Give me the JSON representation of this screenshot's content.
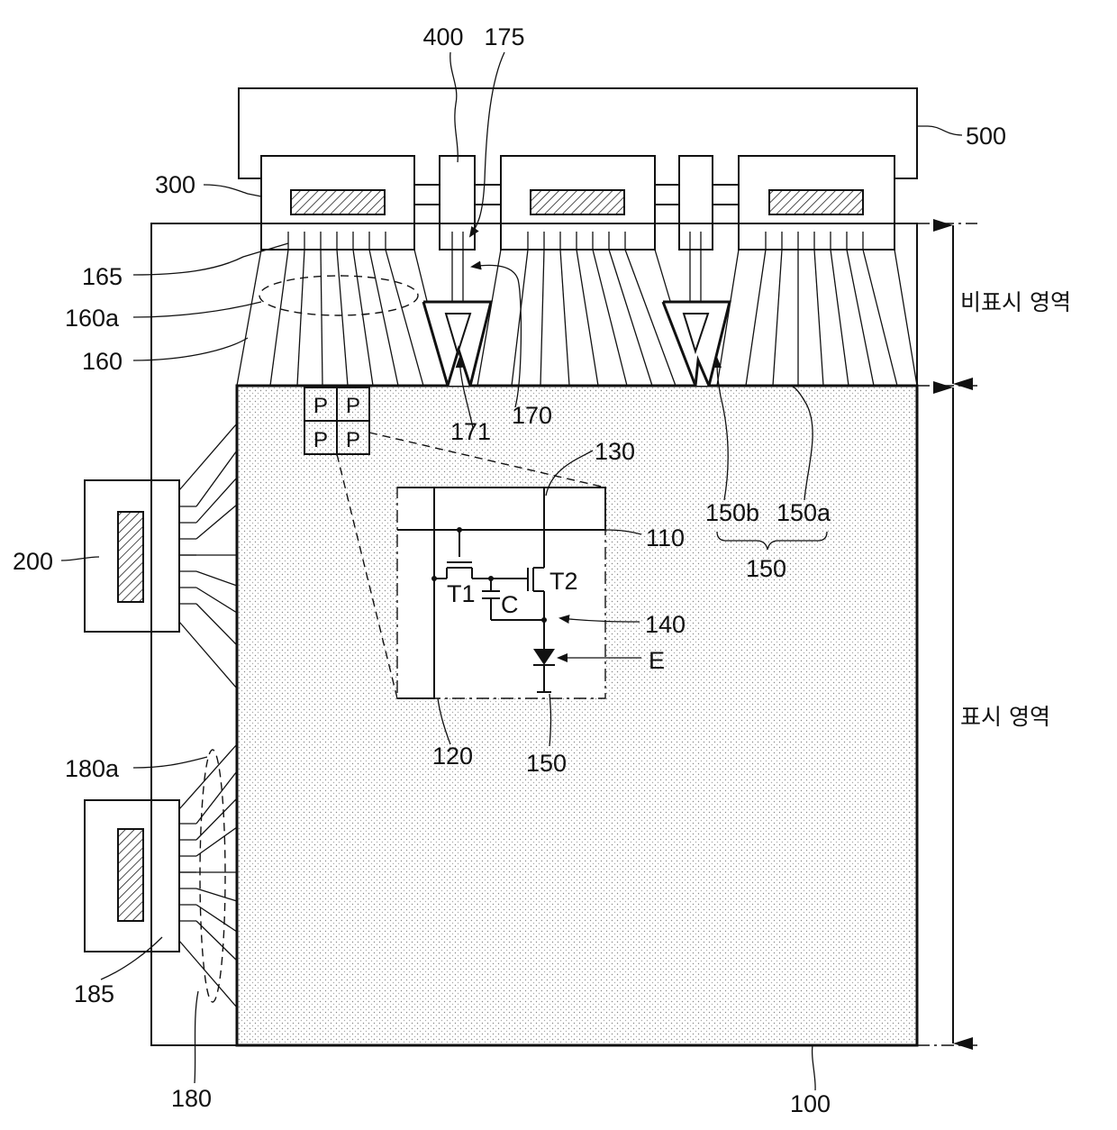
{
  "figure": {
    "labels": {
      "l400": "400",
      "l175": "175",
      "l500": "500",
      "l300": "300",
      "l165": "165",
      "l160a": "160a",
      "l160": "160",
      "l171": "171",
      "l170": "170",
      "l130": "130",
      "l110": "110",
      "l150b": "150b",
      "l150a": "150a",
      "l150_brace": "150",
      "l140": "140",
      "l_e": "E",
      "l200": "200",
      "l120": "120",
      "l150_bottom": "150",
      "l180a": "180a",
      "l185": "185",
      "l180": "180",
      "l100": "100",
      "l_t1": "T1",
      "l_t2": "T2",
      "l_c": "C"
    },
    "regions": {
      "non_display": "비표시 영역",
      "display": "표시 영역"
    },
    "pixel_cells": [
      "P",
      "P",
      "P",
      "P"
    ]
  }
}
